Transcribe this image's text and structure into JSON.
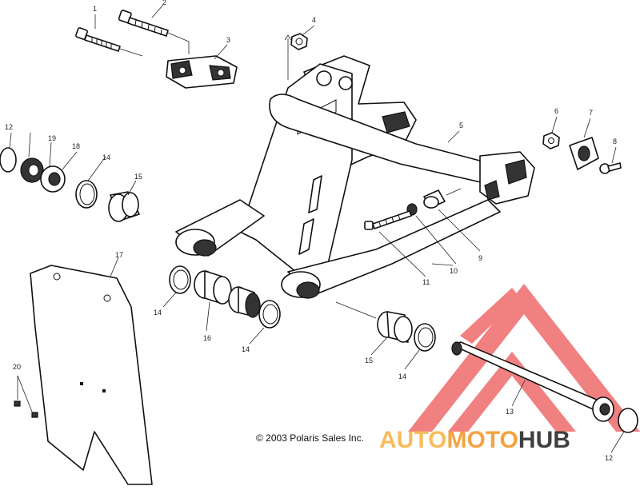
{
  "diagram": {
    "copyright": "© 2003 Polaris Sales Inc.",
    "callouts": [
      {
        "id": "c1",
        "text": "1"
      },
      {
        "id": "c2",
        "text": "2"
      },
      {
        "id": "c3",
        "text": "3"
      },
      {
        "id": "c4",
        "text": "4"
      },
      {
        "id": "c5",
        "text": "5"
      },
      {
        "id": "c6",
        "text": "6"
      },
      {
        "id": "c7",
        "text": "7"
      },
      {
        "id": "c8",
        "text": "8"
      },
      {
        "id": "c9",
        "text": "9"
      },
      {
        "id": "c10",
        "text": "10"
      },
      {
        "id": "c11",
        "text": "11"
      },
      {
        "id": "c12a",
        "text": "12"
      },
      {
        "id": "c12b",
        "text": "12"
      },
      {
        "id": "c13",
        "text": "13"
      },
      {
        "id": "c14a",
        "text": "14"
      },
      {
        "id": "c14b",
        "text": "14"
      },
      {
        "id": "c14c",
        "text": "14"
      },
      {
        "id": "c14d",
        "text": "14"
      },
      {
        "id": "c15a",
        "text": "15"
      },
      {
        "id": "c15b",
        "text": "15"
      },
      {
        "id": "c16",
        "text": "16"
      },
      {
        "id": "c17",
        "text": "17"
      },
      {
        "id": "c18",
        "text": "18"
      },
      {
        "id": "c19",
        "text": "19"
      },
      {
        "id": "c20",
        "text": "20"
      }
    ]
  },
  "watermark": {
    "part1": "AUTO",
    "part2": "MOTO",
    "part3": "HUB",
    "color_light": "#f7b54a",
    "color_mid": "#f39a2e",
    "color_dark": "#2b2b2b",
    "logo_color": "#ef6a6a"
  }
}
